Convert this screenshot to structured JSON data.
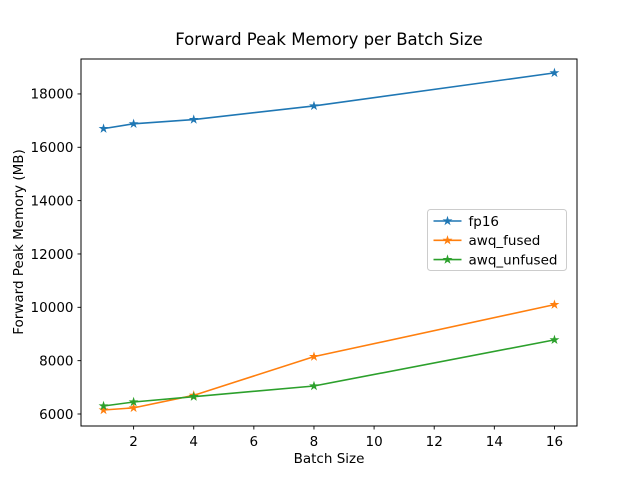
{
  "figure": {
    "background": "#ffffff",
    "spine_color": "#000000",
    "legend_border_color": "#cccccc"
  },
  "chart_data": {
    "type": "line",
    "title": "Forward Peak Memory per Batch Size",
    "xlabel": "Batch Size",
    "ylabel": "Forward Peak Memory (MB)",
    "x": [
      1,
      2,
      4,
      8,
      16
    ],
    "series": [
      {
        "name": "fp16",
        "color": "#1f77b4",
        "values": [
          16700,
          16880,
          17040,
          17550,
          18790
        ]
      },
      {
        "name": "awq_fused",
        "color": "#ff7f0e",
        "values": [
          6150,
          6230,
          6700,
          8150,
          10100
        ]
      },
      {
        "name": "awq_unfused",
        "color": "#2ca02c",
        "values": [
          6300,
          6450,
          6650,
          7050,
          8780
        ]
      }
    ],
    "marker": "star",
    "xlim": [
      0.25,
      16.75
    ],
    "ylim": [
      5550,
      19310
    ],
    "xticks": [
      2,
      4,
      6,
      8,
      10,
      12,
      14,
      16
    ],
    "yticks": [
      6000,
      8000,
      10000,
      12000,
      14000,
      16000,
      18000
    ],
    "grid": false,
    "legend_position": "center-right"
  }
}
